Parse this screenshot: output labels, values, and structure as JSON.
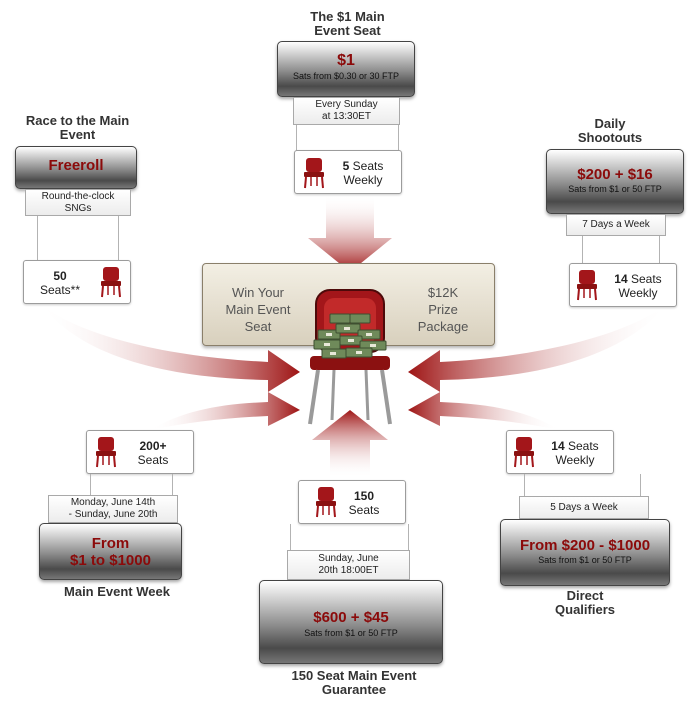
{
  "center": {
    "left_lines": [
      "Win Your",
      "Main Event",
      "Seat"
    ],
    "right_lines": [
      "$12K",
      "Prize",
      "Package"
    ]
  },
  "top": {
    "title": [
      "The $1 Main",
      "Event Seat"
    ],
    "prize": "$1",
    "prize_sub": "Sats from $0.30 or 30 FTP",
    "info": [
      "Every Sunday",
      "at 13:30ET"
    ],
    "seats_bold": "5",
    "seats_rest": " Seats",
    "seats_line2": "Weekly"
  },
  "top_left": {
    "title": [
      "Race to the Main",
      "Event"
    ],
    "prize": "Freeroll",
    "info": [
      "Round-the-clock",
      "SNGs"
    ],
    "seats_bold": "50",
    "seats_line2": "Seats**"
  },
  "top_right": {
    "title": [
      "Daily",
      "Shootouts"
    ],
    "prize": "$200 + $16",
    "prize_sub": "Sats from $1 or 50 FTP",
    "info": [
      "7 Days a Week"
    ],
    "seats_bold": "14",
    "seats_rest": " Seats",
    "seats_line2": "Weekly"
  },
  "bottom_left": {
    "seats_bold": "200+",
    "seats_line2": "Seats",
    "info": [
      "Monday, June 14th",
      "- Sunday, June 20th"
    ],
    "prize": [
      "From",
      "$1 to $1000"
    ],
    "title": [
      "Main Event Week"
    ]
  },
  "bottom": {
    "seats_bold": "150",
    "seats_line2": "Seats",
    "info": [
      "Sunday, June",
      "20th 18:00ET"
    ],
    "prize": "$600 + $45",
    "prize_sub": "Sats from $1 or 50 FTP",
    "title": [
      "150 Seat Main Event",
      "Guarantee"
    ]
  },
  "bottom_right": {
    "seats_bold": "14",
    "seats_rest": " Seats",
    "seats_line2": "Weekly",
    "info": [
      "5 Days a Week"
    ],
    "prize": "From $200 - $1000",
    "prize_sub": "Sats from $1 or 50 FTP",
    "title": [
      "Direct",
      "Qualifiers"
    ]
  },
  "colors": {
    "prize_red": "#8b0a0a",
    "chair_red": "#a3161a",
    "arrow_red": "#9e1414"
  },
  "icons": {
    "seat": "chair-icon",
    "center": "money-chair-icon"
  }
}
